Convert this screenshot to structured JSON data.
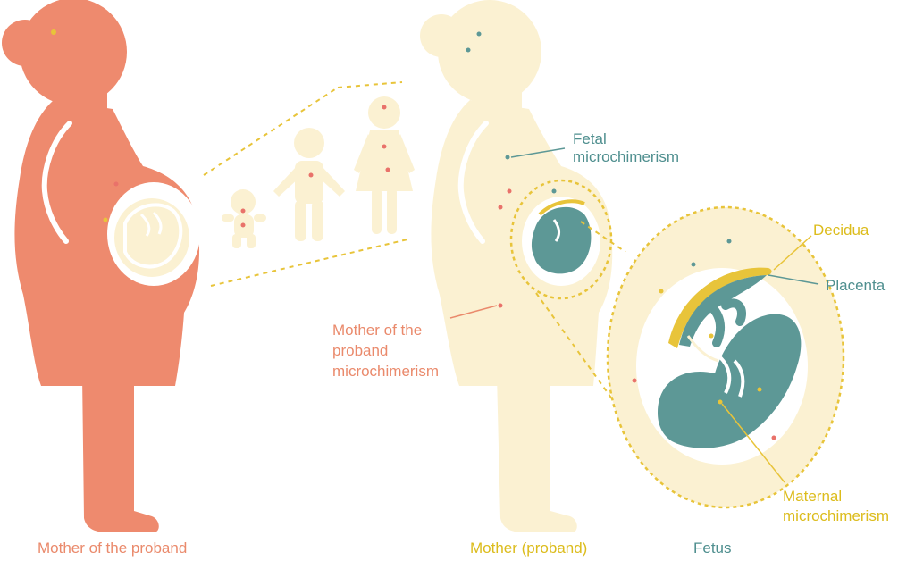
{
  "labels": {
    "mother_of_proband": "Mother of the proband",
    "mother_proband": "Mother (proband)",
    "fetus": "Fetus",
    "fetal_micro_1": "Fetal",
    "fetal_micro_2": "microchimerism",
    "mother_of_proband_micro_1": "Mother of the",
    "mother_of_proband_micro_2": "proband",
    "mother_of_proband_micro_3": "microchimerism",
    "decidua": "Decidua",
    "placenta": "Placenta",
    "maternal_micro_1": "Maternal",
    "maternal_micro_2": "microchimerism"
  },
  "colors": {
    "salmon": "#ee8a6e",
    "cream": "#fbf1d2",
    "teal": "#5d9896",
    "gold": "#e8c43a",
    "pink_dot": "#e9726a"
  },
  "icons": [
    "mother-of-proband-silhouette",
    "baby-icon",
    "child-icon",
    "girl-icon",
    "proband-silhouette",
    "fetus-icon",
    "placenta-icon"
  ]
}
